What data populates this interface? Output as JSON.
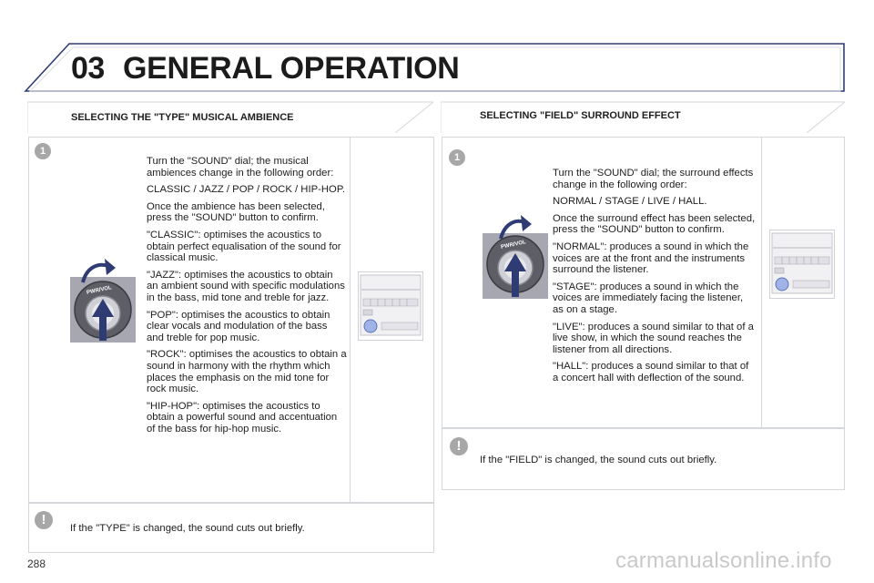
{
  "header": {
    "chapter": "03",
    "title": "GENERAL OPERATION"
  },
  "page_number": "288",
  "watermark": "carmanualsonline.info",
  "left": {
    "title": "SELECTING THE \"TYPE\" MUSICAL AMBIENCE",
    "step": "1",
    "paragraphs": [
      "Turn the \"SOUND\" dial; the musical ambiences change in the following order:",
      "CLASSIC / JAZZ / POP / ROCK / HIP-HOP.",
      "Once the ambience has been selected, press the \"SOUND\" button to confirm.",
      "\"CLASSIC\": optimises the acoustics to obtain perfect equalisation of the sound for classical music.",
      "\"JAZZ\": optimises the acoustics to obtain an ambient sound with specific modulations in the bass, mid tone and treble for jazz.",
      "\"POP\": optimises the acoustics to obtain clear vocals and modulation of the bass and treble for pop music.",
      "\"ROCK\": optimises the acoustics to obtain a sound in harmony with the rhythm which places the emphasis on the mid tone for rock music.",
      "\"HIP-HOP\": optimises the acoustics to obtain a powerful sound and accentuation of the bass for hip-hop music."
    ],
    "warning_mark": "!",
    "note": "If the \"TYPE\" is changed, the sound cuts out briefly.",
    "knob_label": "PWR/VOL"
  },
  "right": {
    "title": "SELECTING \"FIELD\" SURROUND EFFECT",
    "step": "1",
    "paragraphs": [
      "Turn the \"SOUND\" dial; the surround effects change in the following order:",
      "NORMAL / STAGE / LIVE / HALL.",
      "Once the surround effect has been selected, press the \"SOUND\" button to confirm.",
      "\"NORMAL\": produces a sound in which the voices are at the front and the instruments surround the listener.",
      "\"STAGE\": produces a sound in which the voices are immediately facing the listener, as on a stage.",
      "\"LIVE\": produces a sound similar to that of a live show, in which the sound reaches the listener from all directions.",
      "\"HALL\": produces a sound similar to that of a concert hall with deflection of the sound."
    ],
    "warning_mark": "!",
    "note": "If the \"FIELD\" is changed, the sound cuts out briefly.",
    "knob_label": "PWR/VOL"
  },
  "colors": {
    "frame": "#d4d7dc",
    "header_bar": "#2e3c73",
    "badge": "#a7a7a7",
    "knob_bg": "#a7a7b1"
  }
}
